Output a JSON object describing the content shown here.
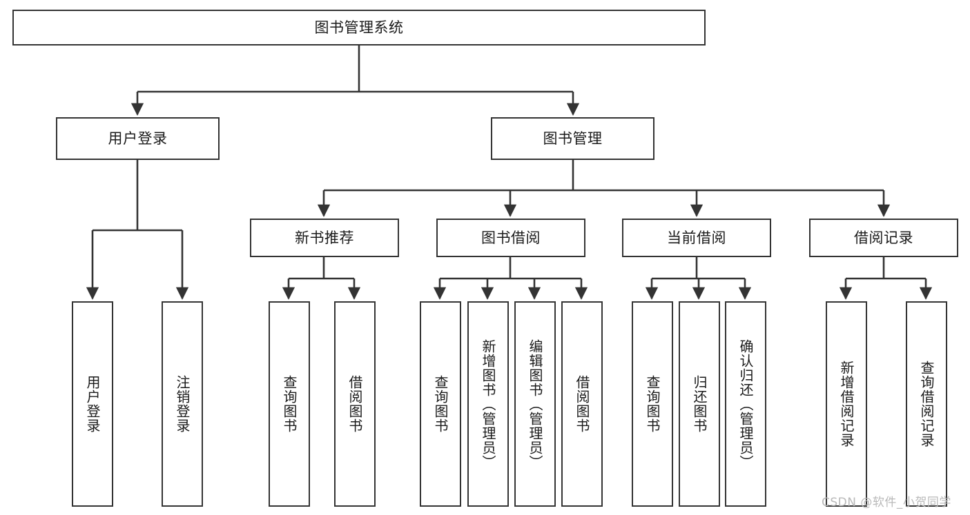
{
  "diagram": {
    "title": "图书管理系统",
    "type": "tree-hierarchy-diagram",
    "colors": {
      "box_border": "#333333",
      "box_fill": "#ffffff",
      "connector": "#333333",
      "text": "#1a1a1a",
      "watermark": "#b9b9b9",
      "background": "#ffffff"
    },
    "root": {
      "label": "图书管理系统"
    },
    "level2": [
      {
        "id": "user-login",
        "label": "用户登录"
      },
      {
        "id": "book-management",
        "label": "图书管理"
      }
    ],
    "level3": [
      {
        "id": "new-book-recommend",
        "label": "新书推荐"
      },
      {
        "id": "book-borrow",
        "label": "图书借阅"
      },
      {
        "id": "current-borrow",
        "label": "当前借阅"
      },
      {
        "id": "borrow-record",
        "label": "借阅记录"
      }
    ],
    "leaves": {
      "user_login": [
        {
          "id": "leaf-user-login",
          "label": "用户登录"
        },
        {
          "id": "leaf-logout-login",
          "label": "注销登录"
        }
      ],
      "new_book_recommend": [
        {
          "id": "leaf-query-book-1",
          "label": "查询图书"
        },
        {
          "id": "leaf-borrow-book-1",
          "label": "借阅图书"
        }
      ],
      "book_borrow": [
        {
          "id": "leaf-query-book-2",
          "label": "查询图书"
        },
        {
          "id": "leaf-add-book",
          "label": "新增图书（管理员）"
        },
        {
          "id": "leaf-edit-book",
          "label": "编辑图书（管理员）"
        },
        {
          "id": "leaf-borrow-book-2",
          "label": "借阅图书"
        }
      ],
      "current_borrow": [
        {
          "id": "leaf-query-book-3",
          "label": "查询图书"
        },
        {
          "id": "leaf-return-book",
          "label": "归还图书"
        },
        {
          "id": "leaf-confirm-return",
          "label": "确认归还（管理员）"
        }
      ],
      "borrow_record": [
        {
          "id": "leaf-add-borrow-record",
          "label": "新增借阅记录"
        },
        {
          "id": "leaf-query-borrow-record",
          "label": "查询借阅记录"
        }
      ]
    },
    "watermark": "CSDN @软件_小贺同学"
  }
}
